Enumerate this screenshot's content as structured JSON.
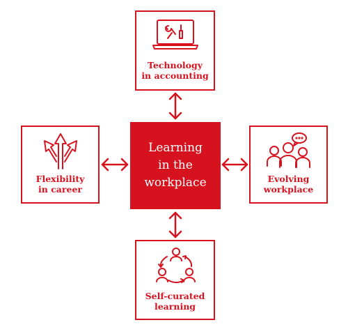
{
  "center": {
    "line1": "Learning",
    "line2": "in the",
    "line3": "workplace"
  },
  "nodes": {
    "top": {
      "line1": "Technology",
      "line2": "in accounting",
      "icon": "laptop-tools-icon"
    },
    "left": {
      "line1": "Flexibility",
      "line2": "in career",
      "icon": "diverging-arrows-icon"
    },
    "right": {
      "line1": "Evolving",
      "line2": "workplace",
      "icon": "people-speech-icon"
    },
    "bottom": {
      "line1": "Self-curated",
      "line2": "learning",
      "icon": "people-cycle-icon"
    }
  },
  "colors": {
    "accent": "#d7121f",
    "background": "#ffffff"
  }
}
